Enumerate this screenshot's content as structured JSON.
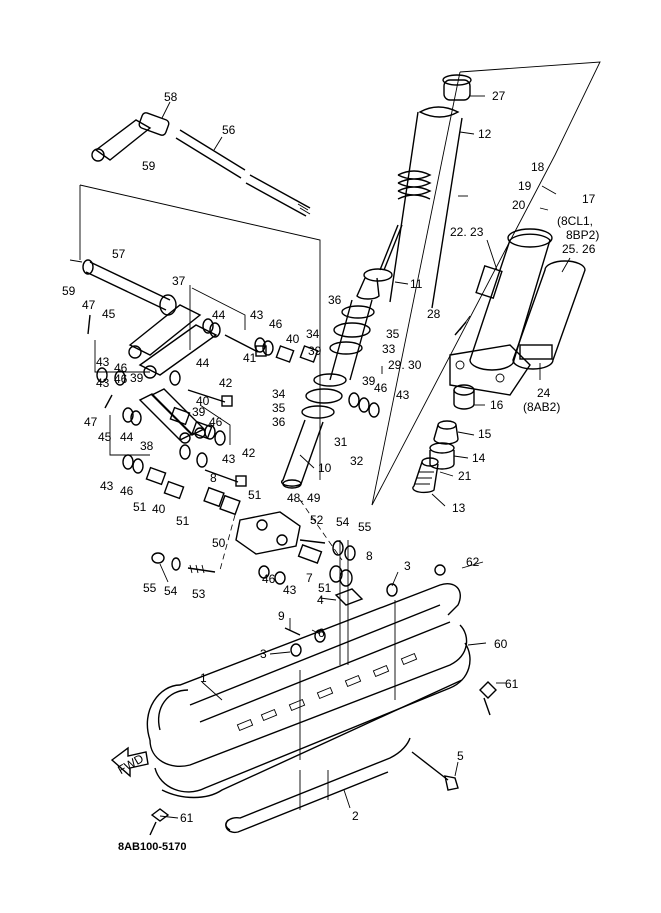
{
  "drawing_code": "8AB100-5170",
  "callouts": [
    "58",
    "56",
    "59",
    "57",
    "59",
    "37",
    "47",
    "45",
    "43",
    "46",
    "44",
    "43",
    "46",
    "40",
    "39",
    "41",
    "44",
    "42",
    "43",
    "46",
    "39",
    "47",
    "45",
    "44",
    "38",
    "40",
    "39",
    "46",
    "43",
    "42",
    "43",
    "46",
    "51",
    "40",
    "51",
    "8",
    "51",
    "48. 49",
    "52",
    "54",
    "55",
    "50",
    "46",
    "43",
    "7",
    "8",
    "51",
    "55",
    "54",
    "53",
    "4",
    "9",
    "6",
    "3",
    "3",
    "62",
    "60",
    "61",
    "1",
    "5",
    "2",
    "61",
    "27",
    "12",
    "18",
    "17",
    "19",
    "20",
    "(8CL1,",
    "8BP2)",
    "22. 23",
    "25. 26",
    "11",
    "36",
    "34",
    "35",
    "33",
    "29. 30",
    "28",
    "24",
    "(8AB2)",
    "34",
    "35",
    "36",
    "39",
    "46",
    "43",
    "16",
    "31",
    "32",
    "15",
    "14",
    "10",
    "21",
    "13"
  ],
  "fwd_label": "FWD"
}
